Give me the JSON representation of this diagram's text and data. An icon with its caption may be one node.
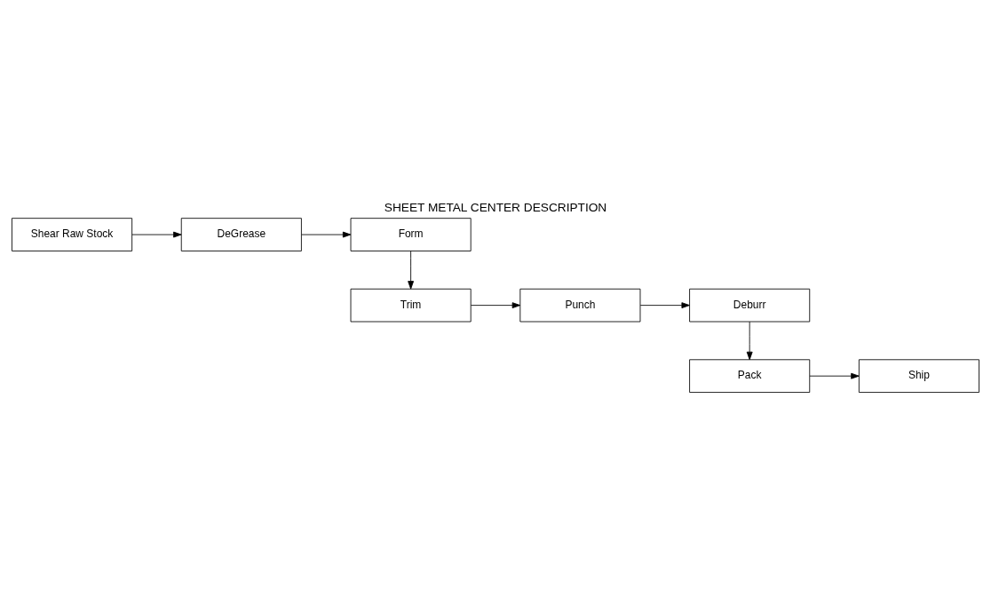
{
  "diagram": {
    "title": "SHEET METAL CENTER DESCRIPTION",
    "nodes": [
      {
        "text": [
          "Shear Raw Stock"
        ]
      },
      {
        "text": [
          "DeGrease"
        ]
      },
      {
        "text": [
          "Form"
        ]
      },
      {
        "text": [
          "Trim"
        ]
      },
      {
        "text": [
          "Punch"
        ]
      },
      {
        "text": [
          "Deburr"
        ]
      },
      {
        "text": [
          "Pack"
        ]
      },
      {
        "text": [
          "Ship"
        ]
      }
    ],
    "edges": [
      {
        "from": 0,
        "to": 1,
        "arrow": "to"
      },
      {
        "from": 1,
        "to": 2,
        "arrow": "to"
      },
      {
        "from": 2,
        "to": 3,
        "arrow": "to"
      },
      {
        "from": 3,
        "to": 4,
        "arrow": "to"
      },
      {
        "from": 4,
        "to": 5,
        "arrow": "to"
      },
      {
        "from": 5,
        "to": 6,
        "arrow": "to"
      },
      {
        "from": 6,
        "to": 7,
        "arrow": "to"
      }
    ]
  }
}
